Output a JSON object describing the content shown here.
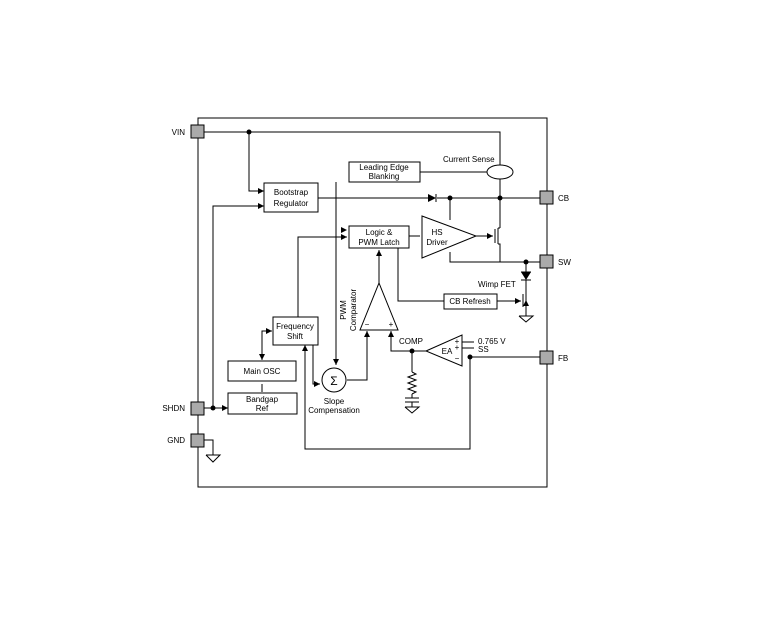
{
  "pins": {
    "vin": "VIN",
    "cb": "CB",
    "sw": "SW",
    "fb": "FB",
    "shdn": "SHDN",
    "gnd": "GND"
  },
  "blocks": {
    "leading_edge_line1": "Leading Edge",
    "leading_edge_line2": "Blanking",
    "bootstrap_line1": "Bootstrap",
    "bootstrap_line2": "Regulator",
    "logic_line1": "Logic &",
    "logic_line2": "PWM Latch",
    "hs_line1": "HS",
    "hs_line2": "Driver",
    "cb_refresh": "CB Refresh",
    "freq_line1": "Frequency",
    "freq_line2": "Shift",
    "main_osc": "Main OSC",
    "bandgap_line1": "Bandgap",
    "bandgap_line2": "Ref",
    "ea": "EA"
  },
  "labels": {
    "current_sense": "Current Sense",
    "wimp_fet": "Wimp FET",
    "pwm_comparator_line1": "PWM",
    "pwm_comparator_line2": "Comparator",
    "comp": "COMP",
    "vref": "0.765 V",
    "ss": "SS",
    "slope_line1": "Slope",
    "slope_line2": "Compensation",
    "sigma": "Σ",
    "minus": "−",
    "plus": "+"
  }
}
